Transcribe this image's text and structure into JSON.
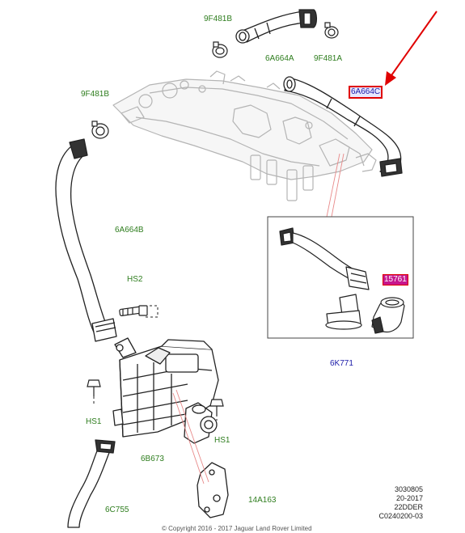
{
  "labels": {
    "9f481b_top": "9F481B",
    "6a664a": "6A664A",
    "9f481a": "9F481A",
    "9f481b_left": "9F481B",
    "6a664c": "6A664C",
    "6a664b": "6A664B",
    "hs2": "HS2",
    "hs1_left": "HS1",
    "hs1_right": "HS1",
    "6b673": "6B673",
    "6c755": "6C755",
    "14a163": "14A163",
    "15761": "15761",
    "6k771": "6K771"
  },
  "meta": {
    "line1": "3030805",
    "line2": "20-2017",
    "line3": "22DDER",
    "line4": "C0240200-03"
  },
  "copyright": "© Copyright 2016 - 2017 Jaguar Land Rover Limited",
  "colors": {
    "label_green": "#2e7d1e",
    "label_blue": "#1a1aa8",
    "highlight_red": "#e00000",
    "highlight_magenta": "#c6168d"
  }
}
